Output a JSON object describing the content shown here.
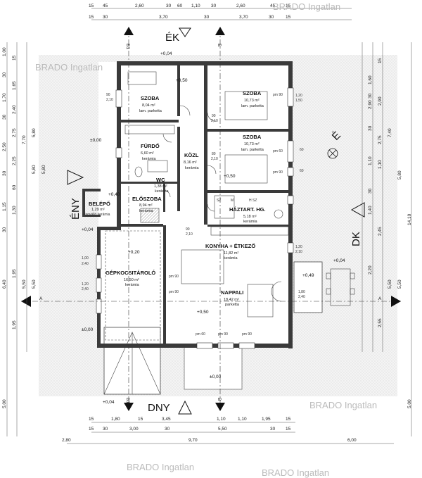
{
  "compass": {
    "north": "ÉK",
    "south": "DNY",
    "west": "ÉNY",
    "east": "DK",
    "ne_mark": "É"
  },
  "section_marks": {
    "a": "A",
    "b1": "B1",
    "b": "B"
  },
  "watermark": "BRADO Ingatlan",
  "rooms": [
    {
      "id": "szoba1",
      "name": "SZOBA",
      "area": "8,04 m²",
      "floor": "lam. parketta"
    },
    {
      "id": "szoba2",
      "name": "SZOBA",
      "area": "10,73 m²",
      "floor": "lam. parketta"
    },
    {
      "id": "szoba3",
      "name": "SZOBA",
      "area": "10,73 m²",
      "floor": "lam. parketta"
    },
    {
      "id": "furdo",
      "name": "FÜRDŐ",
      "area": "6,60 m²",
      "floor": "kerámia"
    },
    {
      "id": "kozl",
      "name": "KÖZL",
      "area": "8,16 m²",
      "floor": "kerámia"
    },
    {
      "id": "wc",
      "name": "WC",
      "area": "1,38 m²",
      "floor": "kerámia"
    },
    {
      "id": "eloszoba",
      "name": "ELŐSZOBA",
      "area": "8,94 m²",
      "floor": "kerámia"
    },
    {
      "id": "belepo",
      "name": "BELÉPŐ",
      "area": "1,29 m²",
      "floor": "fagyálló kerámia"
    },
    {
      "id": "haztart",
      "name": "HÁZTART. HG.",
      "area": "5,18 m²",
      "floor": "kerámia"
    },
    {
      "id": "konyha",
      "name": "KONYHA + ÉTKEZŐ",
      "area": "11,82 m²",
      "floor": "kerámia"
    },
    {
      "id": "nappali",
      "name": "NAPPALI",
      "area": "18,42 m²",
      "floor": "parketta"
    },
    {
      "id": "garazs",
      "name": "GÉPKOCSITÁROLÓ",
      "area": "16,50 m²",
      "floor": "kerámia"
    }
  ],
  "levels": {
    "outside": "+0,04",
    "top": "±0,00",
    "lvl050": "+0,50",
    "lvl040": "+0,40",
    "lvl020": "+0,20",
    "lvl049": "+0,49",
    "nappali": "+0,50",
    "left00": "±0,00",
    "terrace": "+0,04",
    "front": "+0,04",
    "bottom": "±0,00"
  },
  "kitchen_labels": {
    "sz": "SZ",
    "m": "M",
    "h": "H SZ"
  },
  "top_dims_row1": [
    "15",
    "45",
    "2,60",
    "30",
    "60",
    "1,10",
    "30",
    "2,60",
    "45",
    "15"
  ],
  "top_dims_row2": [
    "15",
    "30",
    "3,70",
    "30",
    "3,70",
    "30",
    "15"
  ],
  "bottom_dims_row1": [
    "15",
    "1,80",
    "15",
    "3,45",
    "1,10",
    "1,10",
    "1,95",
    "15"
  ],
  "bottom_dims_row2": [
    "15",
    "30",
    "3,00",
    "30",
    "5,50",
    "30",
    "15"
  ],
  "bottom_dims_row3": [
    "2,80",
    "9,70",
    "6,00"
  ],
  "left_dims_col1": [
    "1,00",
    "30",
    "1,70",
    "30",
    "2,50",
    "30",
    "1,15",
    "30",
    "6,40"
  ],
  "left_dims_col2": [
    "15",
    "1,65",
    "2,40",
    "2,75",
    "2,25",
    "60",
    "1,30",
    "1,95",
    "1,95"
  ],
  "left_dims_col3": [
    "7,70",
    "5,80",
    "5,80",
    "5,80",
    "5,50",
    "5,50"
  ],
  "right_dims_col1": [
    "1,60",
    "30",
    "2,90",
    "30",
    "1,10",
    "30",
    "1,40",
    "2,20"
  ],
  "right_dims_col2": [
    "15",
    "2,90",
    "2,75",
    "1,10",
    "2,45",
    "2,55"
  ],
  "right_dims_col3": [
    "7,40",
    "5,80",
    "14,10",
    "5,50",
    "5,50"
  ],
  "side_dims": {
    "left_bottom": "5,00",
    "right_bottom": "5,00"
  },
  "openings": [
    "90",
    "2,10",
    "90",
    "2,10",
    "80",
    "2,10",
    "1,20",
    "1,50",
    "60",
    "60",
    "1,20",
    "2,10",
    "90",
    "2,10",
    "1,00",
    "2,40",
    "1,20",
    "2,40",
    "1,80",
    "2,40",
    "pm 60",
    "pm 90",
    "pm 90",
    "pm 90",
    "pm 60",
    "pm 90",
    "pm 90",
    "pm 90"
  ]
}
